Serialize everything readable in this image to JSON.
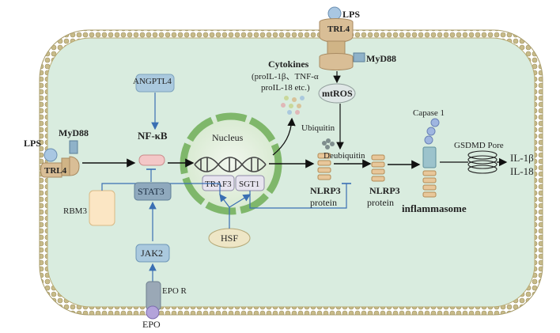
{
  "labels": {
    "lps_top": "LPS",
    "trl4_top": "TRL4",
    "myd88_top": "MyD88",
    "lps_left": "LPS",
    "myd88_left": "MyD88",
    "trl4_left": "TRL4",
    "angptl4": "ANGPTL4",
    "nfkb": "NF-κB",
    "nucleus": "Nucleus",
    "cytokines_title": "Cytokines",
    "cytokines_line1": "(proIL-1β、TNF-α",
    "cytokines_line2": "proIL-18 etc.)",
    "mtros": "mtROS",
    "ubiquitin": "Ubiquitin",
    "deubiquitin": "Deubiquitin",
    "capase1": "Capase 1",
    "gsdmd_pore": "GSDMD Pore",
    "il1b": "IL-1β",
    "il18": "IL-18",
    "traf3": "TRAF3",
    "sgt1": "SGT1",
    "rbm3": "RBM3",
    "stat3": "STAT3",
    "jak2": "JAK2",
    "hsf": "HSF",
    "nlrp3_a": "NLRP3",
    "protein_a": "protein",
    "nlrp3_b": "NLRP3",
    "protein_b": "protein",
    "inflammasome": "inflammasome",
    "epo_r": "EPO R",
    "epo": "EPO"
  },
  "colors": {
    "background": "#ffffff",
    "cytoplasm": "#d9ecdf",
    "membrane": "#b9ab78",
    "nucleus_fill": "#e9f2e6",
    "nucleus_ring": "#8bbf76",
    "blue_box": "#aac9de",
    "arrow_black": "#111111",
    "arrow_blue": "#3a6fb3",
    "receptor_tan": "#d9be96",
    "lps_blue": "#a9c7e2",
    "rbm3_fill": "#fbe6c4",
    "hsf_fill": "#eee6c6"
  }
}
